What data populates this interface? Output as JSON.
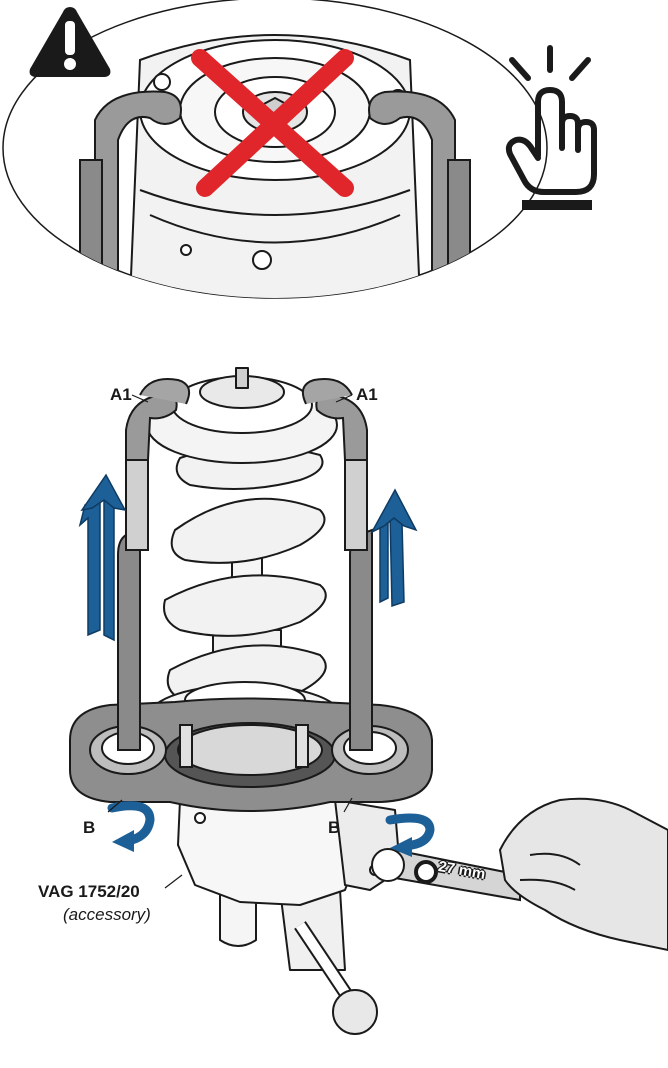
{
  "warning": {
    "icon": "warning-triangle-icon",
    "attention_icon": "pointing-finger-icon",
    "prohibited_icon": "red-cross-icon",
    "cross_color": "#e0262b"
  },
  "labels": {
    "a1_left": "A1",
    "a1_right": "A1",
    "b_left": "B",
    "b_right": "B",
    "tool_name": "VAG 1752/20",
    "tool_note": "(accessory)",
    "wrench_size": "27 mm"
  },
  "colors": {
    "arrow_blue": "#1d5f97",
    "tool_gray": "#8c8c8c",
    "line": "#1a1a1a"
  }
}
